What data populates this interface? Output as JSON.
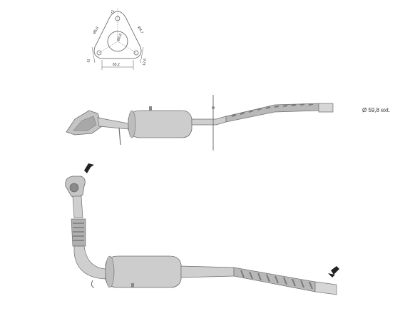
{
  "flange_diagram": {
    "dims": {
      "d1": "Ø5,6",
      "d2": "Ø4,7",
      "hole": "Ø6,6",
      "angle": "72",
      "side_left": "11",
      "side_right": "12,6",
      "width": "65,2"
    }
  },
  "outlet": {
    "diameter_label": "Ø 59,8 ext."
  },
  "colors": {
    "pipe": "#c9c9c9",
    "pipe_dark": "#9a9a9a",
    "outline": "#6e6e6e",
    "flex": "#b5b5b5"
  }
}
